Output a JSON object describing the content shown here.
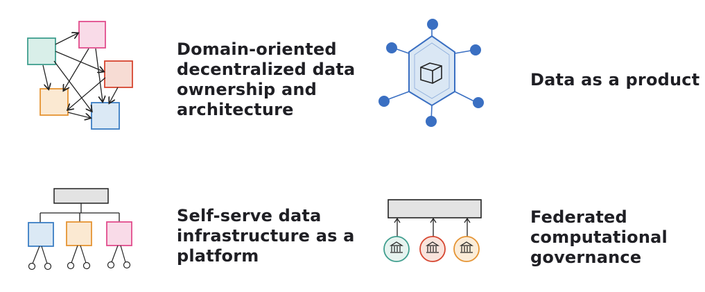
{
  "principles": [
    {
      "id": "domain-ownership",
      "icon": "domain-graph-icon",
      "lines": [
        "Domain-oriented",
        "decentralized data",
        "ownership and",
        "architecture"
      ]
    },
    {
      "id": "data-product",
      "icon": "hexagon-product-icon",
      "lines": [
        "Data as a product"
      ]
    },
    {
      "id": "self-serve-platform",
      "icon": "platform-tree-icon",
      "lines": [
        "Self-serve data",
        "infrastructure as a",
        "platform"
      ]
    },
    {
      "id": "federated-governance",
      "icon": "governance-bank-icon",
      "lines": [
        "Federated",
        "computational",
        "governance"
      ]
    }
  ],
  "colors": {
    "teal": "#3f9e8e",
    "pink": "#e14d8c",
    "red": "#d6452f",
    "orange": "#e59332",
    "blue": "#3a7dc4",
    "node": "#3a6fc2",
    "hex_fill": "#dae7f4",
    "bar_fill": "#e3e3e3",
    "text": "#1f1f24"
  }
}
